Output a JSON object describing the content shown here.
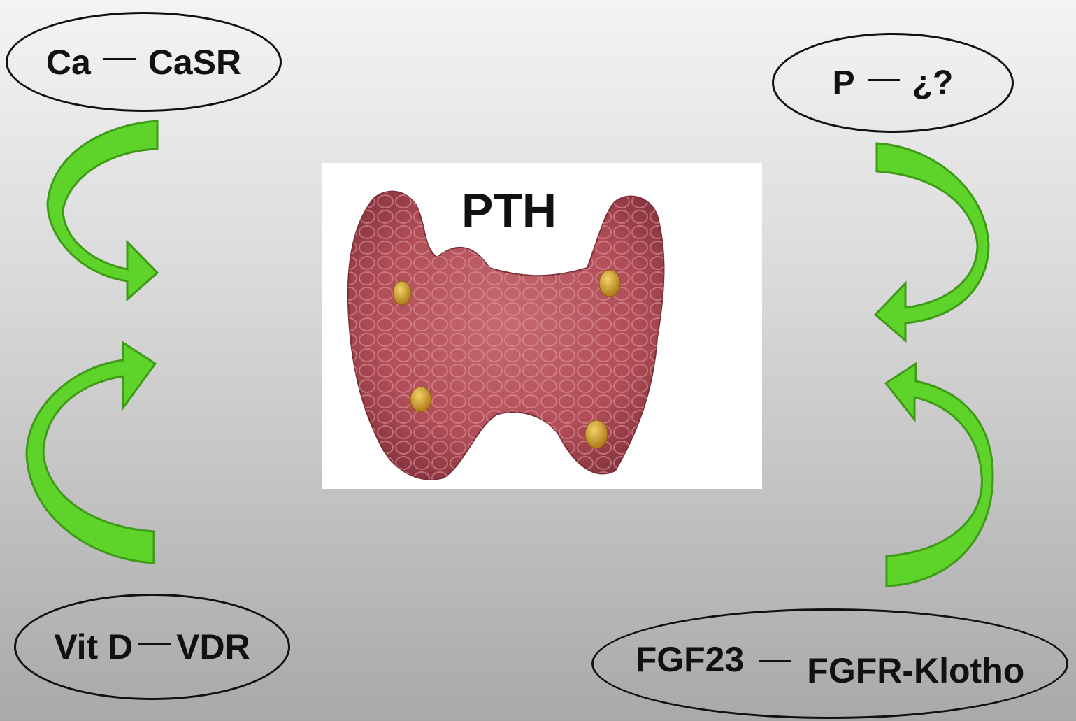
{
  "center": {
    "label": "PTH",
    "image": "parathyroid-thyroid-gland-illustration"
  },
  "nodes": {
    "ca": {
      "left": "Ca",
      "right": "CaSR"
    },
    "p": {
      "left": "P",
      "right": "¿?"
    },
    "vitd": {
      "left": "Vit D",
      "right": "VDR"
    },
    "fgf": {
      "left": "FGF23",
      "right": "FGFR-Klotho"
    }
  },
  "colors": {
    "arrow": "#5ed42a",
    "arrow_edge": "#3f9a18",
    "gland": "#b9555f",
    "parathyroid": "#d8a233"
  }
}
